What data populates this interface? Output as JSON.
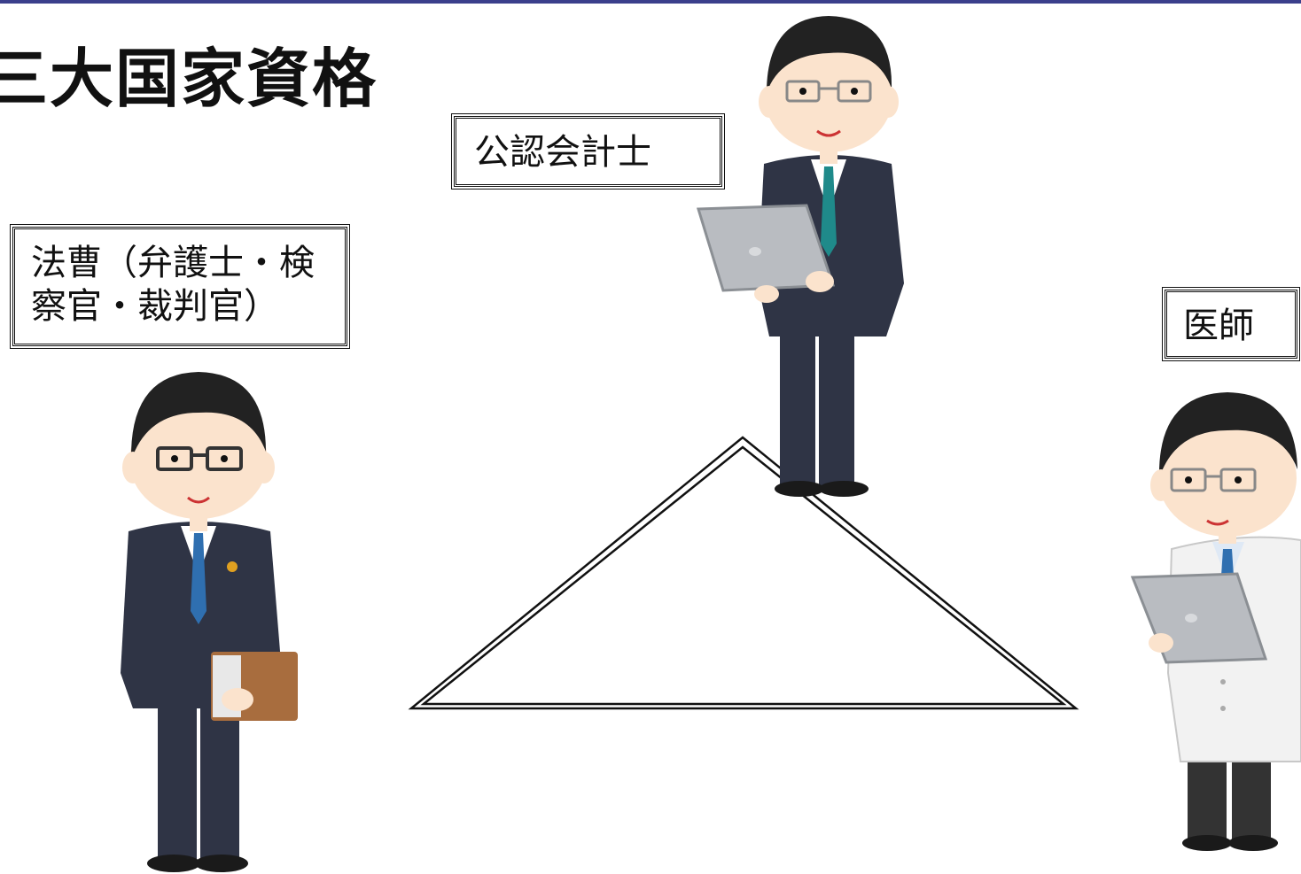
{
  "title": "三大国家資格",
  "labels": {
    "cpa": "公認会計士",
    "legal": "法曹（弁護士・検察官・裁判官）",
    "doctor": "医師"
  },
  "colors": {
    "suit": "#2f3445",
    "hair": "#222222",
    "skin": "#fbe3cd",
    "tie_teal": "#1f8a8a",
    "tie_blue": "#2f6fb0",
    "laptop": "#b9bcc1",
    "folder": "#a86d3e",
    "coat": "#f2f2f2",
    "accent_line": "#3b3f8c"
  },
  "icons": [
    "accountant-figure",
    "lawyer-figure",
    "doctor-figure",
    "triangle-diagram"
  ]
}
